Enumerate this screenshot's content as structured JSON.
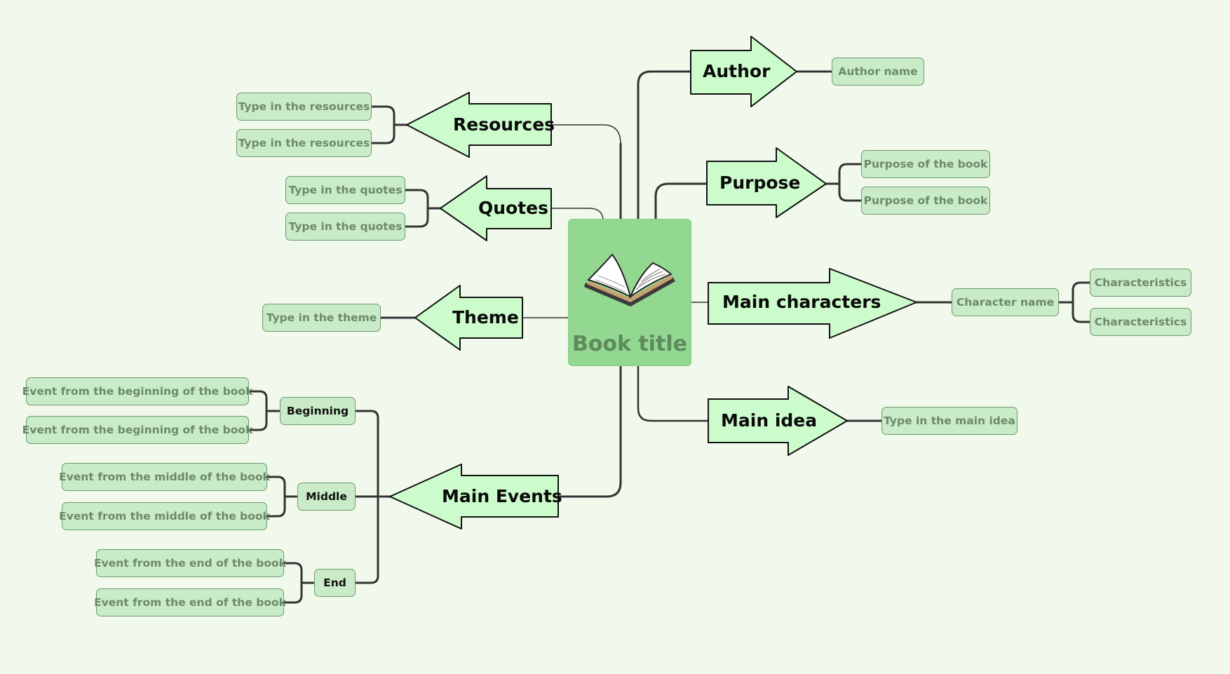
{
  "central": {
    "title": "Book title",
    "icon": "open-book-icon"
  },
  "colors": {
    "background": "#f1f8ec",
    "central": "#92d891",
    "arrow_fill": "#ccfccc",
    "leaf_fill": "#c9ebc7",
    "line": "#333333"
  },
  "branches": {
    "author": {
      "label": "Author",
      "items": [
        "Author name"
      ]
    },
    "purpose": {
      "label": "Purpose",
      "items": [
        "Purpose of the book",
        "Purpose of the book"
      ]
    },
    "main_characters": {
      "label": "Main characters",
      "character": "Character name",
      "items": [
        "Characteristics",
        "Characteristics"
      ]
    },
    "main_idea": {
      "label": "Main idea",
      "items": [
        "Type in the main idea"
      ]
    },
    "resources": {
      "label": "Resources",
      "items": [
        "Type in the resources",
        "Type in the resources"
      ]
    },
    "quotes": {
      "label": "Quotes",
      "items": [
        "Type in the quotes",
        "Type in the quotes"
      ]
    },
    "theme": {
      "label": "Theme",
      "items": [
        "Type in the theme"
      ]
    },
    "main_events": {
      "label": "Main Events",
      "beginning": {
        "label": "Beginning",
        "items": [
          "Event from the beginning of the book",
          "Event from the beginning of the book"
        ]
      },
      "middle": {
        "label": "Middle",
        "items": [
          "Event from the middle of the book",
          "Event from the middle of the book"
        ]
      },
      "end": {
        "label": "End",
        "items": [
          "Event from the end of the book",
          "Event from the end of the book"
        ]
      }
    }
  }
}
